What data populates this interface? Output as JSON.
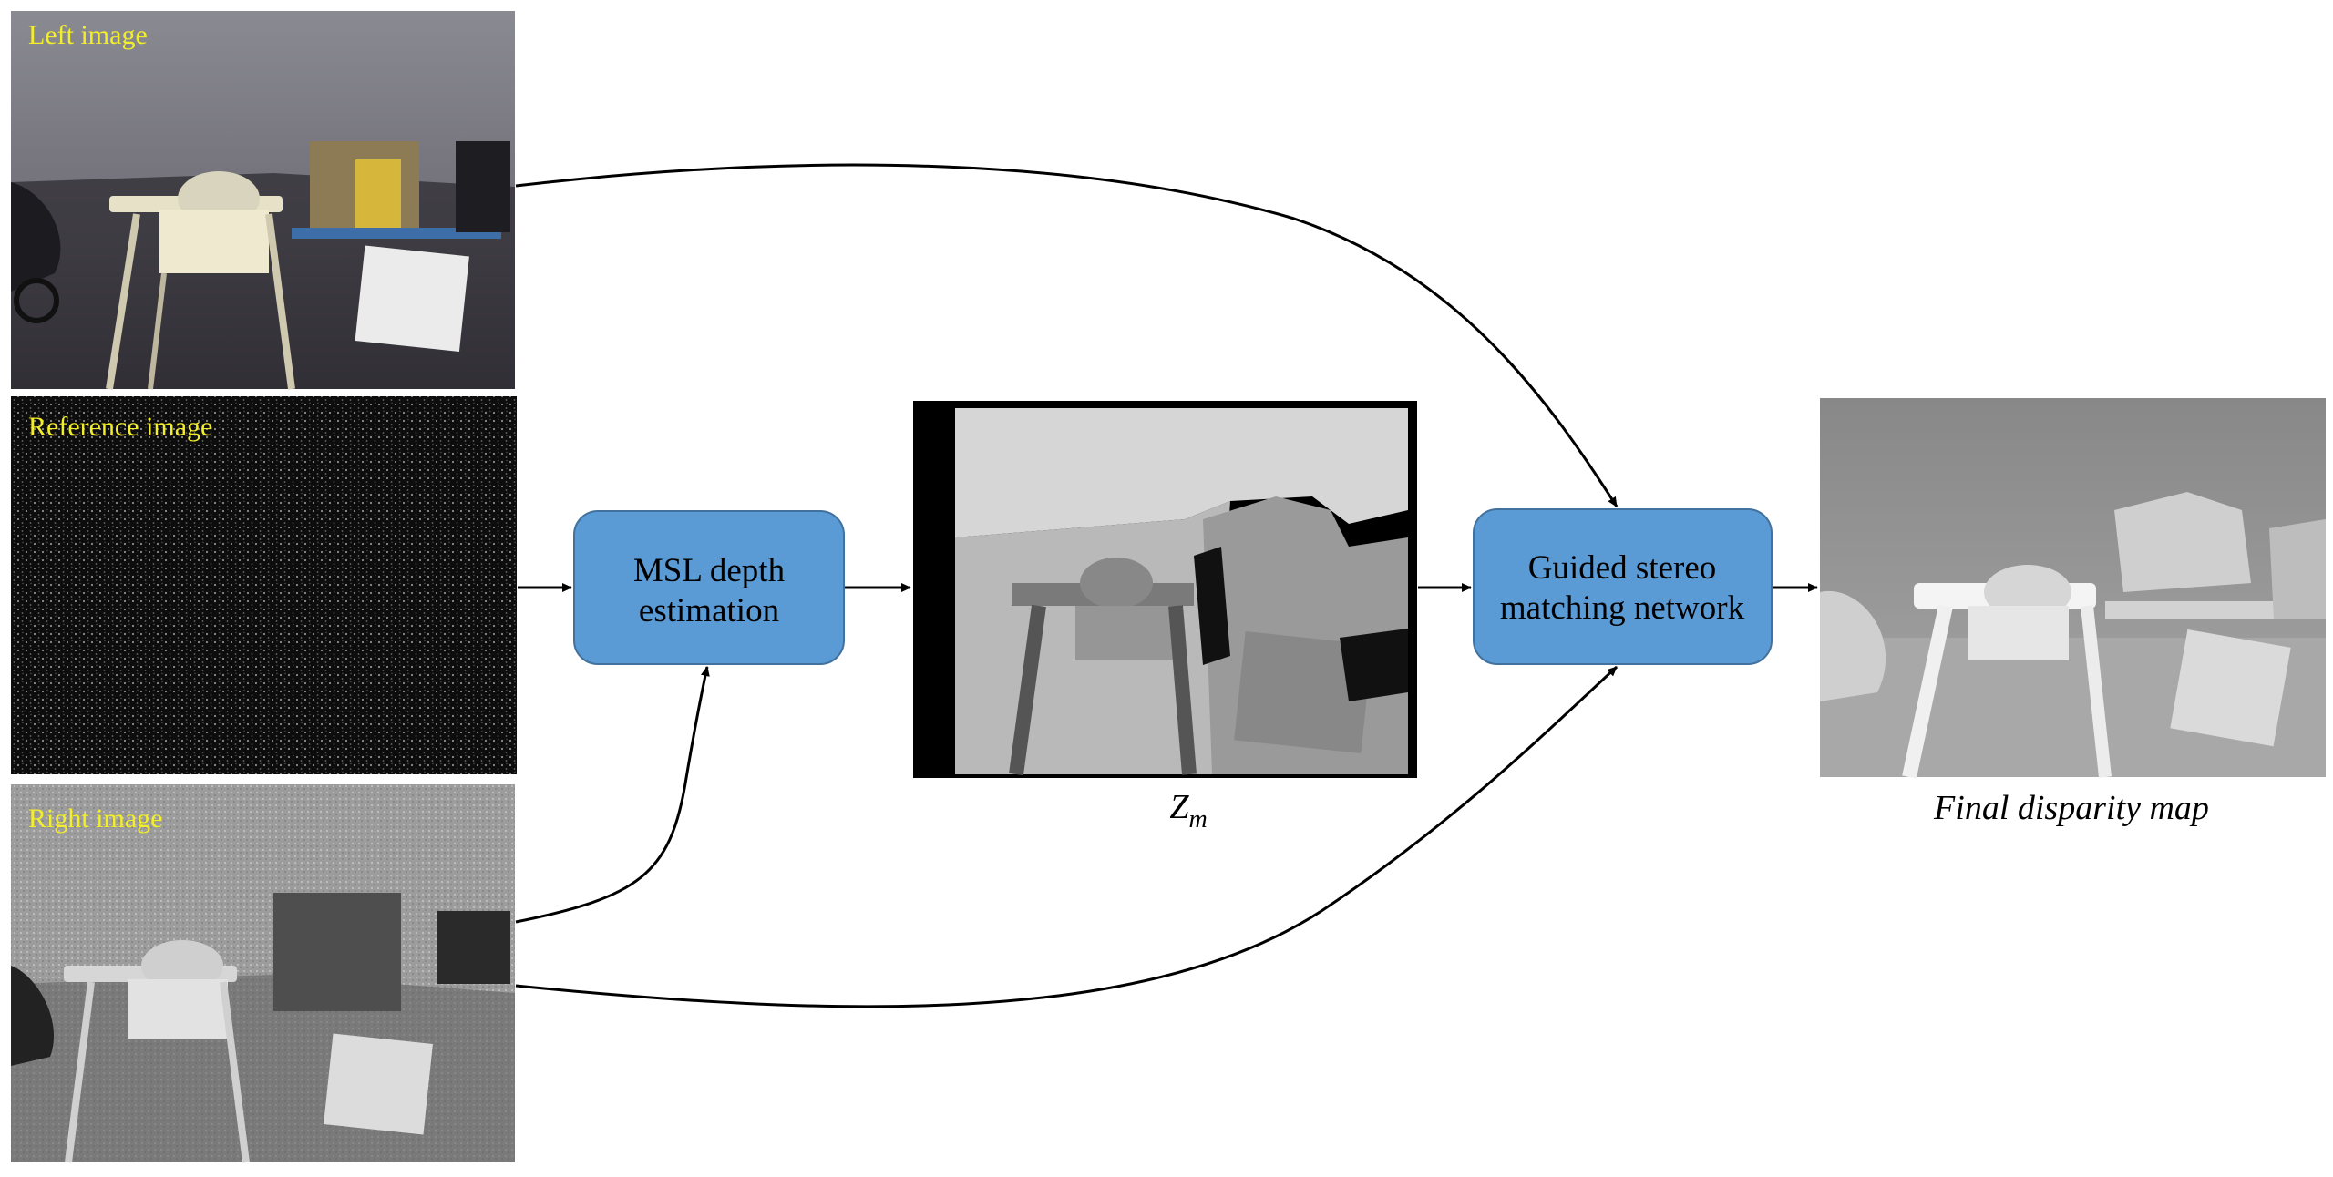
{
  "inputs": {
    "left_image": {
      "label": "Left image"
    },
    "reference_image": {
      "label": "Reference image"
    },
    "right_image": {
      "label": "Right image"
    }
  },
  "blocks": {
    "msl": {
      "line1": "MSL depth",
      "line2": "estimation"
    },
    "guided": {
      "line1": "Guided stereo",
      "line2": "matching network"
    }
  },
  "outputs": {
    "zm": {
      "symbol": "Z",
      "subscript": "m"
    },
    "final": {
      "caption": "Final disparity map"
    }
  },
  "colors": {
    "block_fill": "#5b9bd5",
    "block_stroke": "#41719c",
    "label_yellow": "#f2ee2a",
    "arrow": "#000000"
  }
}
